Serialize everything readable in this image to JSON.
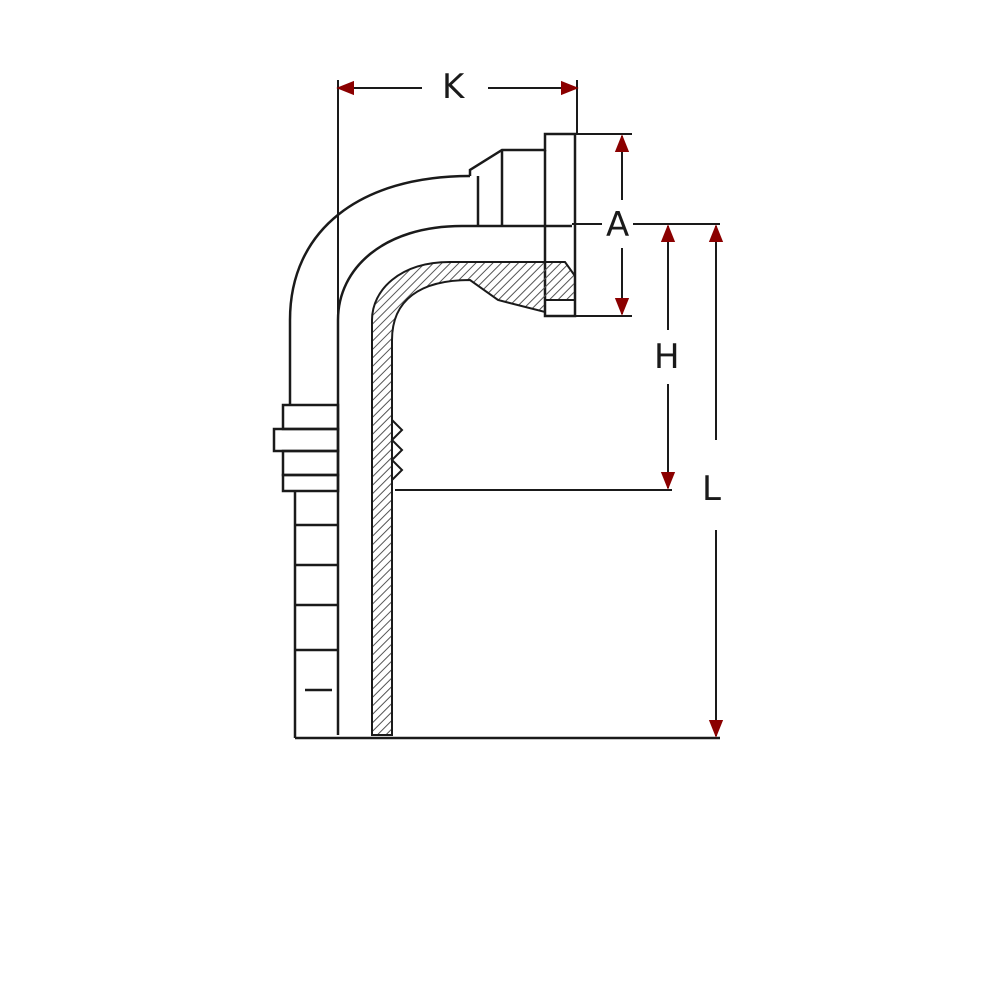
{
  "dimensions": {
    "k": "K",
    "a": "A",
    "h": "H",
    "l": "L"
  },
  "colors": {
    "line": "#1a1a1a",
    "arrow": "#8b0000",
    "hatch": "#555555",
    "background": "#ffffff"
  }
}
